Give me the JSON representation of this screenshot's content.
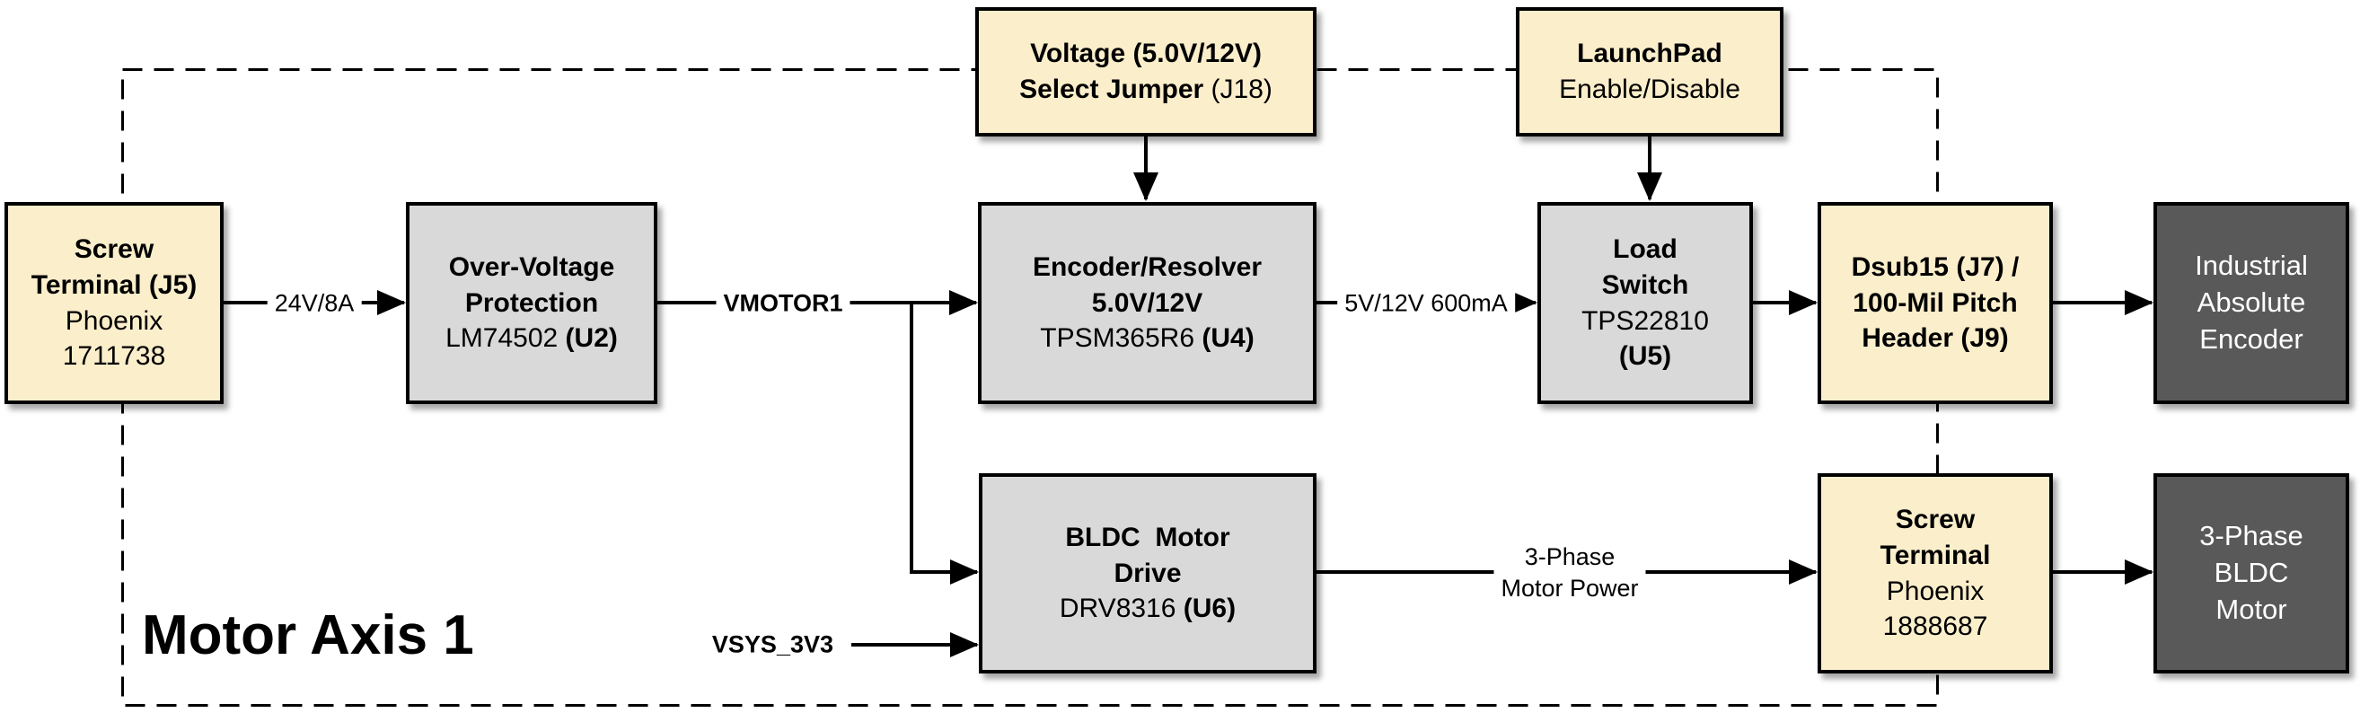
{
  "diagram": {
    "title": "Motor Axis 1",
    "colors": {
      "connector_box_fill": "#FBEECB",
      "ic_box_fill": "#D9D9D9",
      "external_box_fill": "#595959",
      "external_box_text": "#FFFFFF",
      "line_color": "#000000",
      "background": "#FFFFFF"
    },
    "boxes": {
      "voltage_select_jumper": {
        "kind": "tan",
        "lines": [
          [
            {
              "t": "Voltage (5.0V/12V)",
              "b": 1
            }
          ],
          [
            {
              "t": "Select Jumper ",
              "b": 1
            },
            {
              "t": "(J18)",
              "b": 0
            }
          ]
        ]
      },
      "launchpad_enable": {
        "kind": "tan",
        "lines": [
          [
            {
              "t": "LaunchPad",
              "b": 1
            }
          ],
          [
            {
              "t": "Enable/Disable",
              "b": 0
            }
          ]
        ]
      },
      "screw_terminal_j5": {
        "kind": "tan",
        "lines": [
          [
            {
              "t": "Screw",
              "b": 1
            }
          ],
          [
            {
              "t": "Terminal (J5)",
              "b": 1
            }
          ],
          [
            {
              "t": "Phoenix",
              "b": 0
            }
          ],
          [
            {
              "t": "1711738",
              "b": 0
            }
          ]
        ]
      },
      "over_voltage_protection": {
        "kind": "gray",
        "lines": [
          [
            {
              "t": "Over-Voltage",
              "b": 1
            }
          ],
          [
            {
              "t": "Protection",
              "b": 1
            }
          ],
          [
            {
              "t": "LM74502 ",
              "b": 0
            },
            {
              "t": "(U2)",
              "b": 1
            }
          ]
        ]
      },
      "encoder_resolver": {
        "kind": "gray",
        "lines": [
          [
            {
              "t": "Encoder/Resolver",
              "b": 1
            }
          ],
          [
            {
              "t": "5.0V/12V",
              "b": 1
            }
          ],
          [
            {
              "t": "TPSM365R6 ",
              "b": 0
            },
            {
              "t": "(U4)",
              "b": 1
            }
          ]
        ]
      },
      "load_switch": {
        "kind": "gray",
        "lines": [
          [
            {
              "t": "Load",
              "b": 1
            }
          ],
          [
            {
              "t": "Switch",
              "b": 1
            }
          ],
          [
            {
              "t": "TPS22810",
              "b": 0
            }
          ],
          [
            {
              "t": "(U5)",
              "b": 1
            }
          ]
        ]
      },
      "dsub15_header": {
        "kind": "tan",
        "lines": [
          [
            {
              "t": "Dsub15 (J7) /",
              "b": 1
            }
          ],
          [
            {
              "t": "100-Mil Pitch",
              "b": 1
            }
          ],
          [
            {
              "t": "Header (J9)",
              "b": 1
            }
          ]
        ]
      },
      "industrial_absolute_encoder": {
        "kind": "dark",
        "lines": [
          [
            {
              "t": "Industrial",
              "b": 0
            }
          ],
          [
            {
              "t": "Absolute",
              "b": 0
            }
          ],
          [
            {
              "t": "Encoder",
              "b": 0
            }
          ]
        ]
      },
      "bldc_motor_drive": {
        "kind": "gray",
        "lines": [
          [
            {
              "t": "BLDC  Motor",
              "b": 1
            }
          ],
          [
            {
              "t": "Drive",
              "b": 1
            }
          ],
          [
            {
              "t": "DRV8316 ",
              "b": 0
            },
            {
              "t": "(U6)",
              "b": 1
            }
          ]
        ]
      },
      "screw_terminal_motor": {
        "kind": "tan",
        "lines": [
          [
            {
              "t": "Screw",
              "b": 1
            }
          ],
          [
            {
              "t": "Terminal",
              "b": 1
            }
          ],
          [
            {
              "t": "Phoenix",
              "b": 0
            }
          ],
          [
            {
              "t": "1888687",
              "b": 0
            }
          ]
        ]
      },
      "three_phase_bldc_motor": {
        "kind": "dark",
        "lines": [
          [
            {
              "t": "3-Phase",
              "b": 0
            }
          ],
          [
            {
              "t": "BLDC",
              "b": 0
            }
          ],
          [
            {
              "t": "Motor",
              "b": 0
            }
          ]
        ]
      }
    },
    "labels": {
      "supply_24v": "24V/8A",
      "vmotor1": "VMOTOR1",
      "encoder_supply": "5V/12V 600mA",
      "motor_power_line1": "3-Phase",
      "motor_power_line2": "Motor Power",
      "vsys": "VSYS_3V3"
    }
  }
}
